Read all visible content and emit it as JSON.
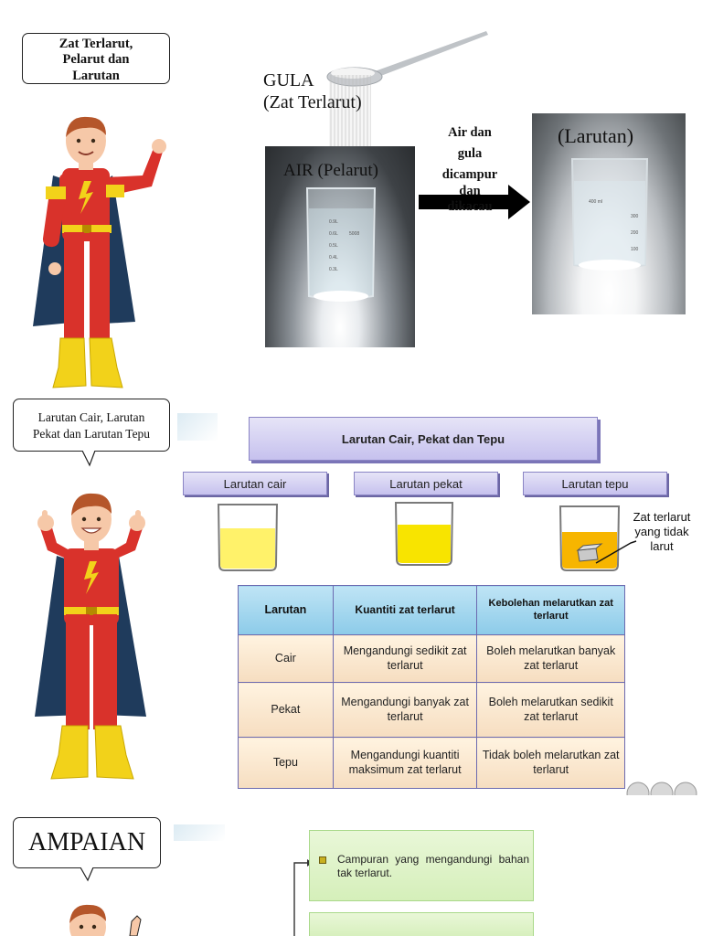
{
  "section1": {
    "bubble_lines": [
      "Zat Terlarut,",
      "Pelarut dan",
      "Larutan"
    ],
    "gula_label": [
      "GULA",
      "(Zat Terlarut)"
    ],
    "air_label": "AIR (Pelarut)",
    "arrow_text": [
      "Air dan",
      "gula",
      "dicampur",
      "dan",
      "dikacau"
    ],
    "larutan_label": "(Larutan)",
    "beaker_marks_left": [
      "0.9L",
      "0.6L",
      "0.5L",
      "0.4L",
      "0.3L",
      "5008"
    ],
    "beaker_marks_right": [
      "400 ml",
      "300",
      "200",
      "100"
    ]
  },
  "section2": {
    "bubble_lines": [
      "Larutan Cair, Larutan",
      "Pekat dan Larutan Tepu"
    ],
    "title": "Larutan Cair, Pekat dan Tepu",
    "labels": [
      "Larutan cair",
      "Larutan pekat",
      "Larutan tepu"
    ],
    "undissolved_note": [
      "Zat terlarut",
      "yang tidak",
      "larut"
    ],
    "table": {
      "headers": [
        "Larutan",
        "Kuantiti zat terlarut",
        "Kebolehan melarutkan zat terlarut"
      ],
      "rows": [
        [
          "Cair",
          "Mengandungi sedikit zat terlarut",
          "Boleh melarutkan banyak zat terlarut"
        ],
        [
          "Pekat",
          "Mengandungi banyak zat terlarut",
          "Boleh melarutkan sedikit zat terlarut"
        ],
        [
          "Tepu",
          "Mengandungi kuantiti maksimum zat terlarut",
          "Tidak boleh melarutkan zat terlarut"
        ]
      ]
    }
  },
  "section3": {
    "bubble": "AMPAIAN",
    "bullet1": "Campuran yang mengandungi bahan tak terlarut."
  },
  "colors": {
    "hero_red": "#d9322b",
    "hero_yellow": "#f2d21a",
    "cape_navy": "#1f3b5c",
    "dilute_yellow": "#fff26a",
    "concentrated_yellow": "#f8e400",
    "saturated_orange": "#f7b500"
  }
}
